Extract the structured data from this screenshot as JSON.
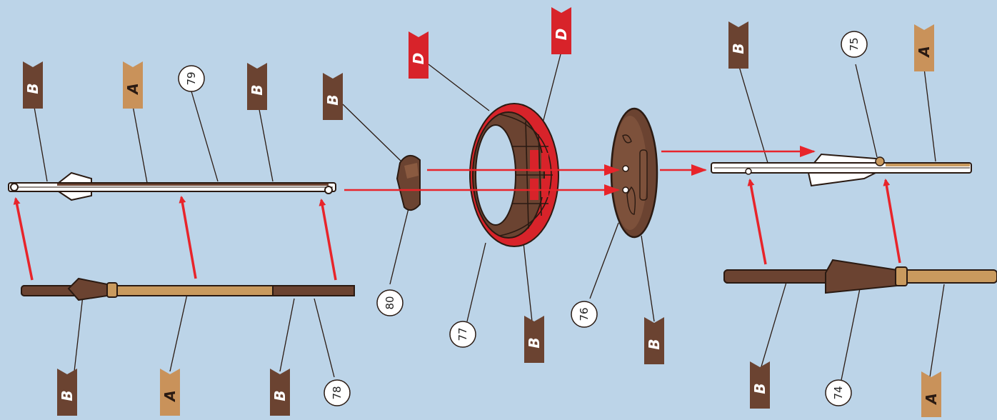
{
  "colors": {
    "background": "#bcd4e8",
    "flag_A": "#c9925a",
    "flag_B": "#6b4331",
    "flag_D": "#d8232a",
    "arrow": "#e8242a",
    "wood_dark": "#6b4331",
    "wood_light": "#c99a5e",
    "outline": "#2a1a12"
  },
  "flags": {
    "b_top_left_1": "B",
    "a_top_left": "A",
    "b_top_left_2": "B",
    "b_mid_clip": "B",
    "d_left": "D",
    "d_right": "D",
    "b_top_right": "B",
    "a_top_right": "A",
    "b_bottom_left_1": "B",
    "a_bottom_left": "A",
    "b_bottom_left_2": "B",
    "b_barrel": "B",
    "b_plate": "B",
    "b_bottom_right": "B",
    "a_bottom_right": "A"
  },
  "callouts": {
    "p79": "79",
    "p75": "75",
    "p80": "80",
    "p77": "77",
    "p76": "76",
    "p78": "78",
    "p74": "74"
  }
}
